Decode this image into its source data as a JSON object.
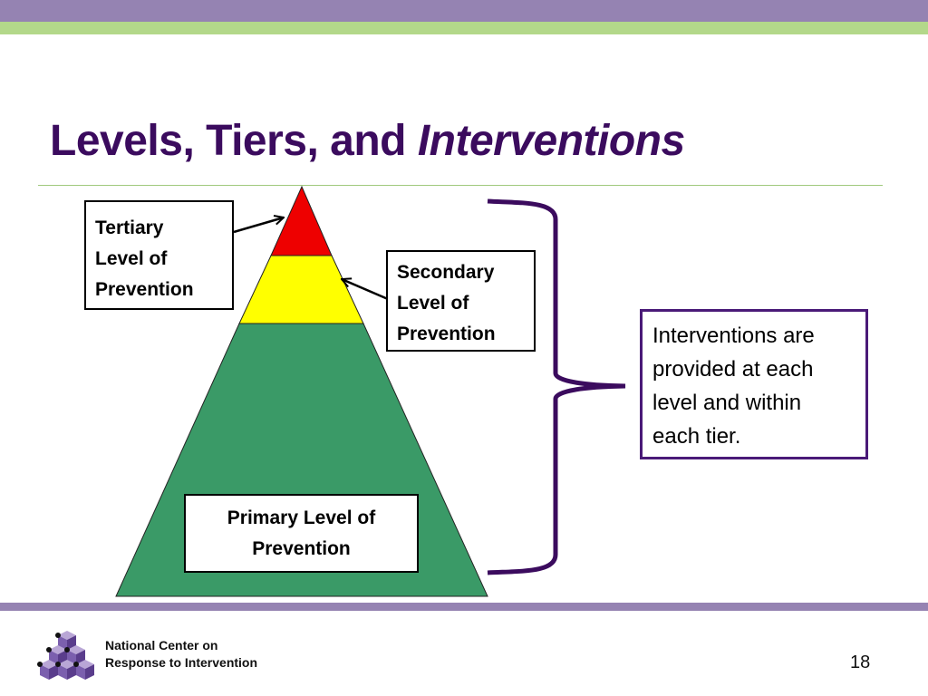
{
  "colors": {
    "band_purple": "#9583b2",
    "band_green": "#b3d88a",
    "title": "#3b0b5e",
    "rule": "#9fc97d",
    "tier_top": "#ee0000",
    "tier_middle": "#ffff00",
    "tier_base": "#3a9a67",
    "brace": "#3b0b5e",
    "note_border": "#4a1a78"
  },
  "title": {
    "main": "Levels, Tiers, and ",
    "emphasis": "Interventions"
  },
  "labels": {
    "tertiary": [
      "Tertiary",
      "Level of",
      "Prevention"
    ],
    "secondary": [
      "Secondary",
      "Level of",
      "Prevention"
    ],
    "primary": [
      "Primary Level of",
      "Prevention"
    ]
  },
  "note": [
    "Interventions are",
    "provided at each",
    "level and within",
    "each tier."
  ],
  "footer": {
    "org": [
      "National Center on",
      "Response to Intervention"
    ],
    "page_number": "18"
  },
  "icons": {
    "logo": "stacked-cubes-logo-icon"
  }
}
